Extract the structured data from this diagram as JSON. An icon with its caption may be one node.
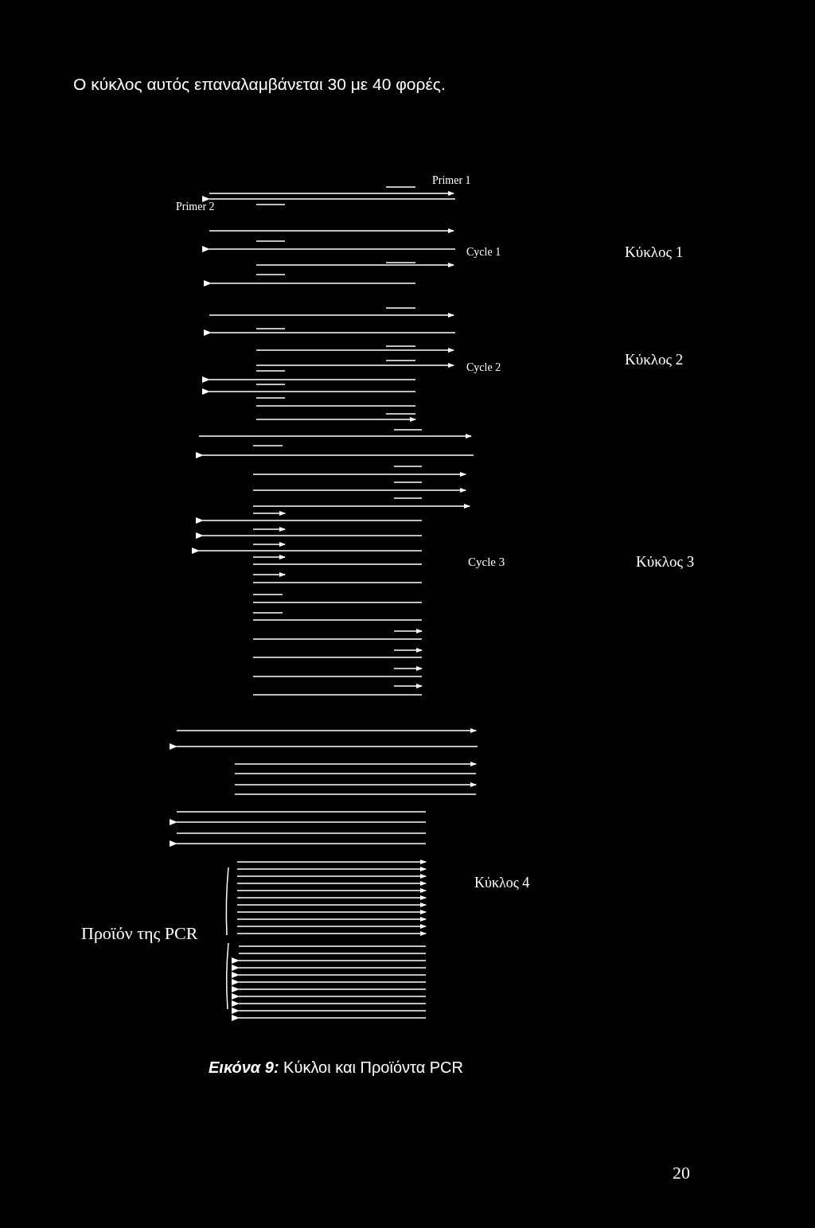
{
  "diagram": {
    "title": "Ο κύκλος αυτός επαναλαμβάνεται 30 με 40 φορές.",
    "caption": "**Εικόνα 9:** Κύκλοι και Προϊόντα PCR",
    "labels": [
      "Primer 1",
      "Primer 2",
      "Cycle 1",
      "Κύκλος 1",
      "Cycle 2",
      "Κύκλος 2",
      "Cycle 3",
      "Κύκλος 3",
      "Κύκλος 4",
      "Προϊόν της PCR",
      "20"
    ]
  }
}
